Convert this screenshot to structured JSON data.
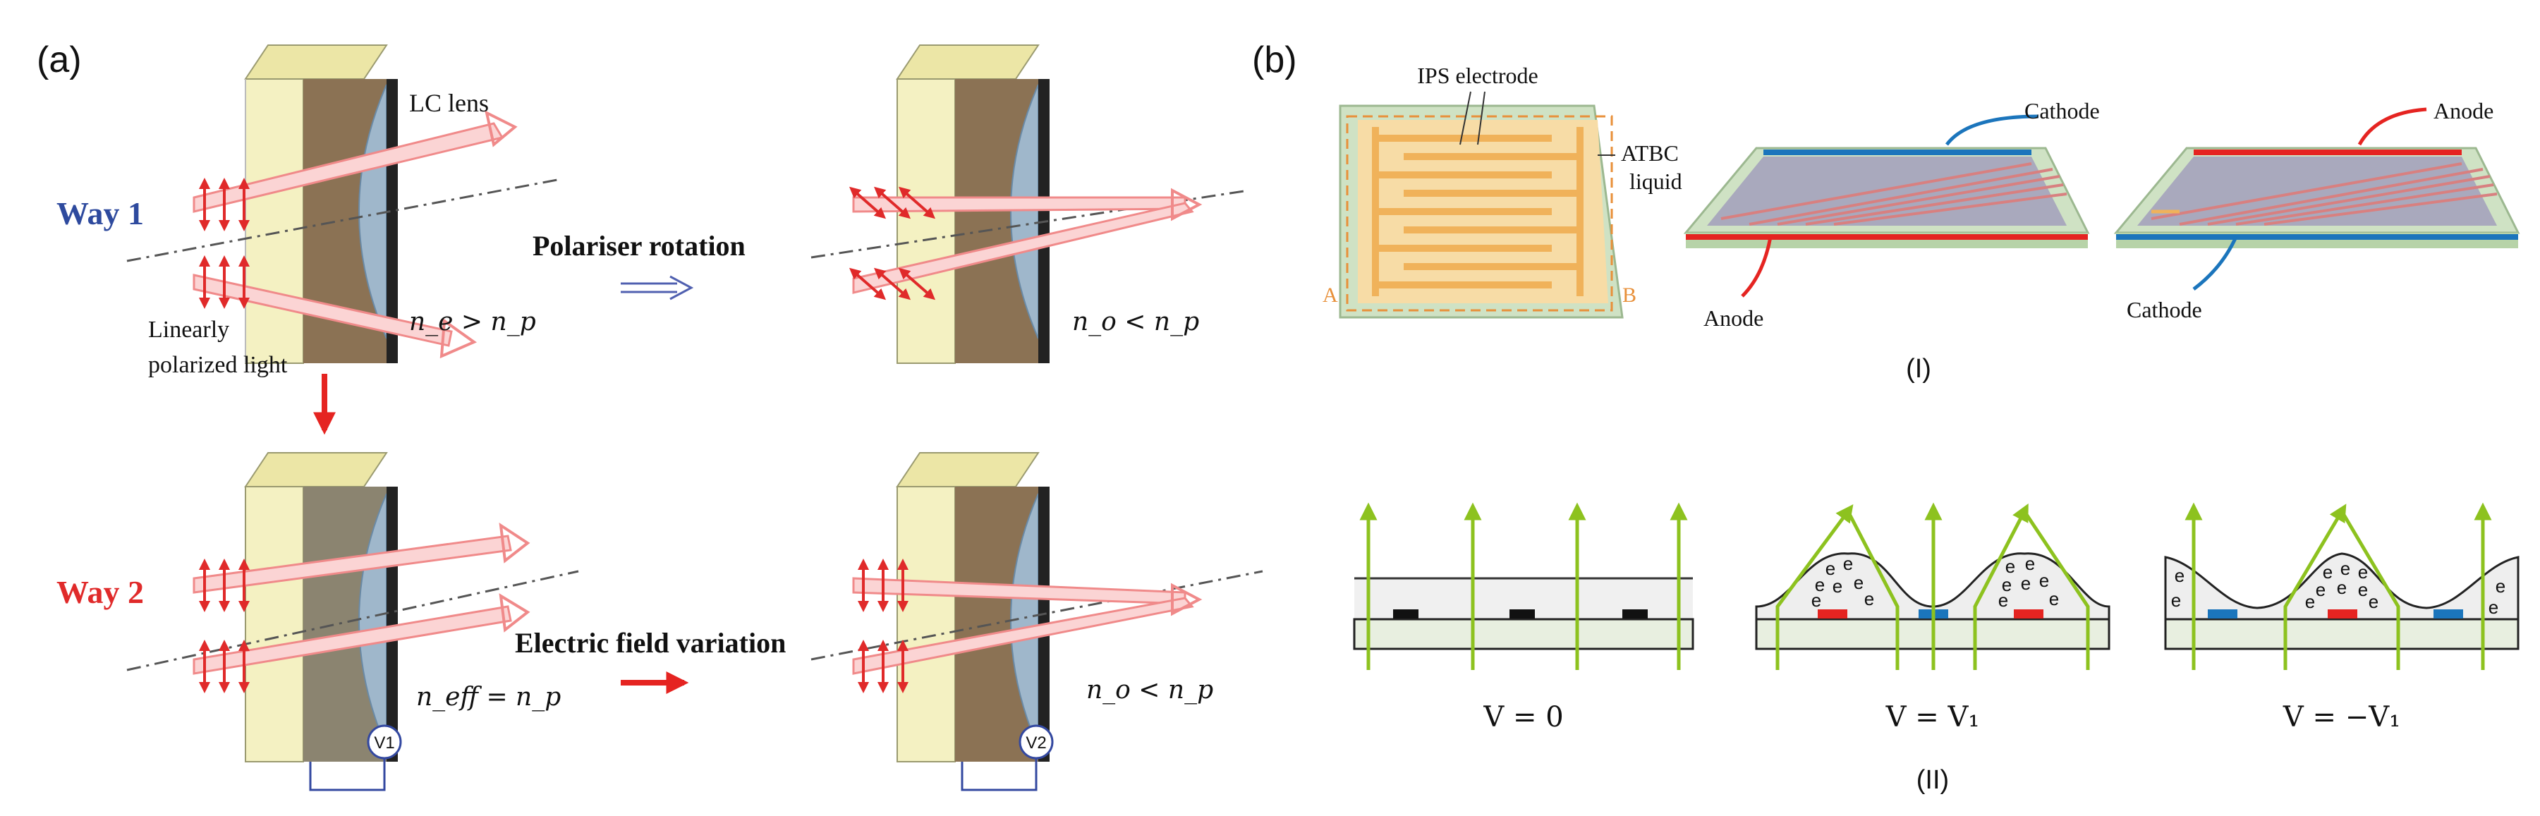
{
  "panel_a": {
    "label": "(a)",
    "way1": "Way 1",
    "way2": "Way 2",
    "lc_lens": "LC lens",
    "polariser_rotation": "Polariser rotation",
    "electric_field_variation": "Electric field variation",
    "linearly": "Linearly",
    "polarized_light": "polarized light",
    "eq_ne_np": "n_e > n_p",
    "eq_no_np_top": "n_o < n_p",
    "eq_neff_np": "n_eff = n_p",
    "eq_no_np_bottom": "n_o < n_p",
    "v1": "V1",
    "v2": "V2"
  },
  "panel_b": {
    "label": "(b)",
    "ips_electrode": "IPS electrode",
    "atbc": "ATBC",
    "liquid": "liquid",
    "a": "A",
    "b": "B",
    "cathode_top": "Cathode",
    "anode_mid": "Anode",
    "anode_top": "Anode",
    "cathode_bottom": "Cathode",
    "label_I": "(I)",
    "label_II": "(II)",
    "v_zero": "V = 0",
    "v_pos": "V = V₁",
    "v_neg": "V = −V₁",
    "electron": "e"
  },
  "colors": {
    "way1": "#2e4a9e",
    "way2": "#e02a2a",
    "beam": "#f3a9a9",
    "ray": "#8dc21f",
    "anode": "#e52421",
    "cathode": "#1b75bc",
    "electrode_orange": "#f0b25a"
  }
}
